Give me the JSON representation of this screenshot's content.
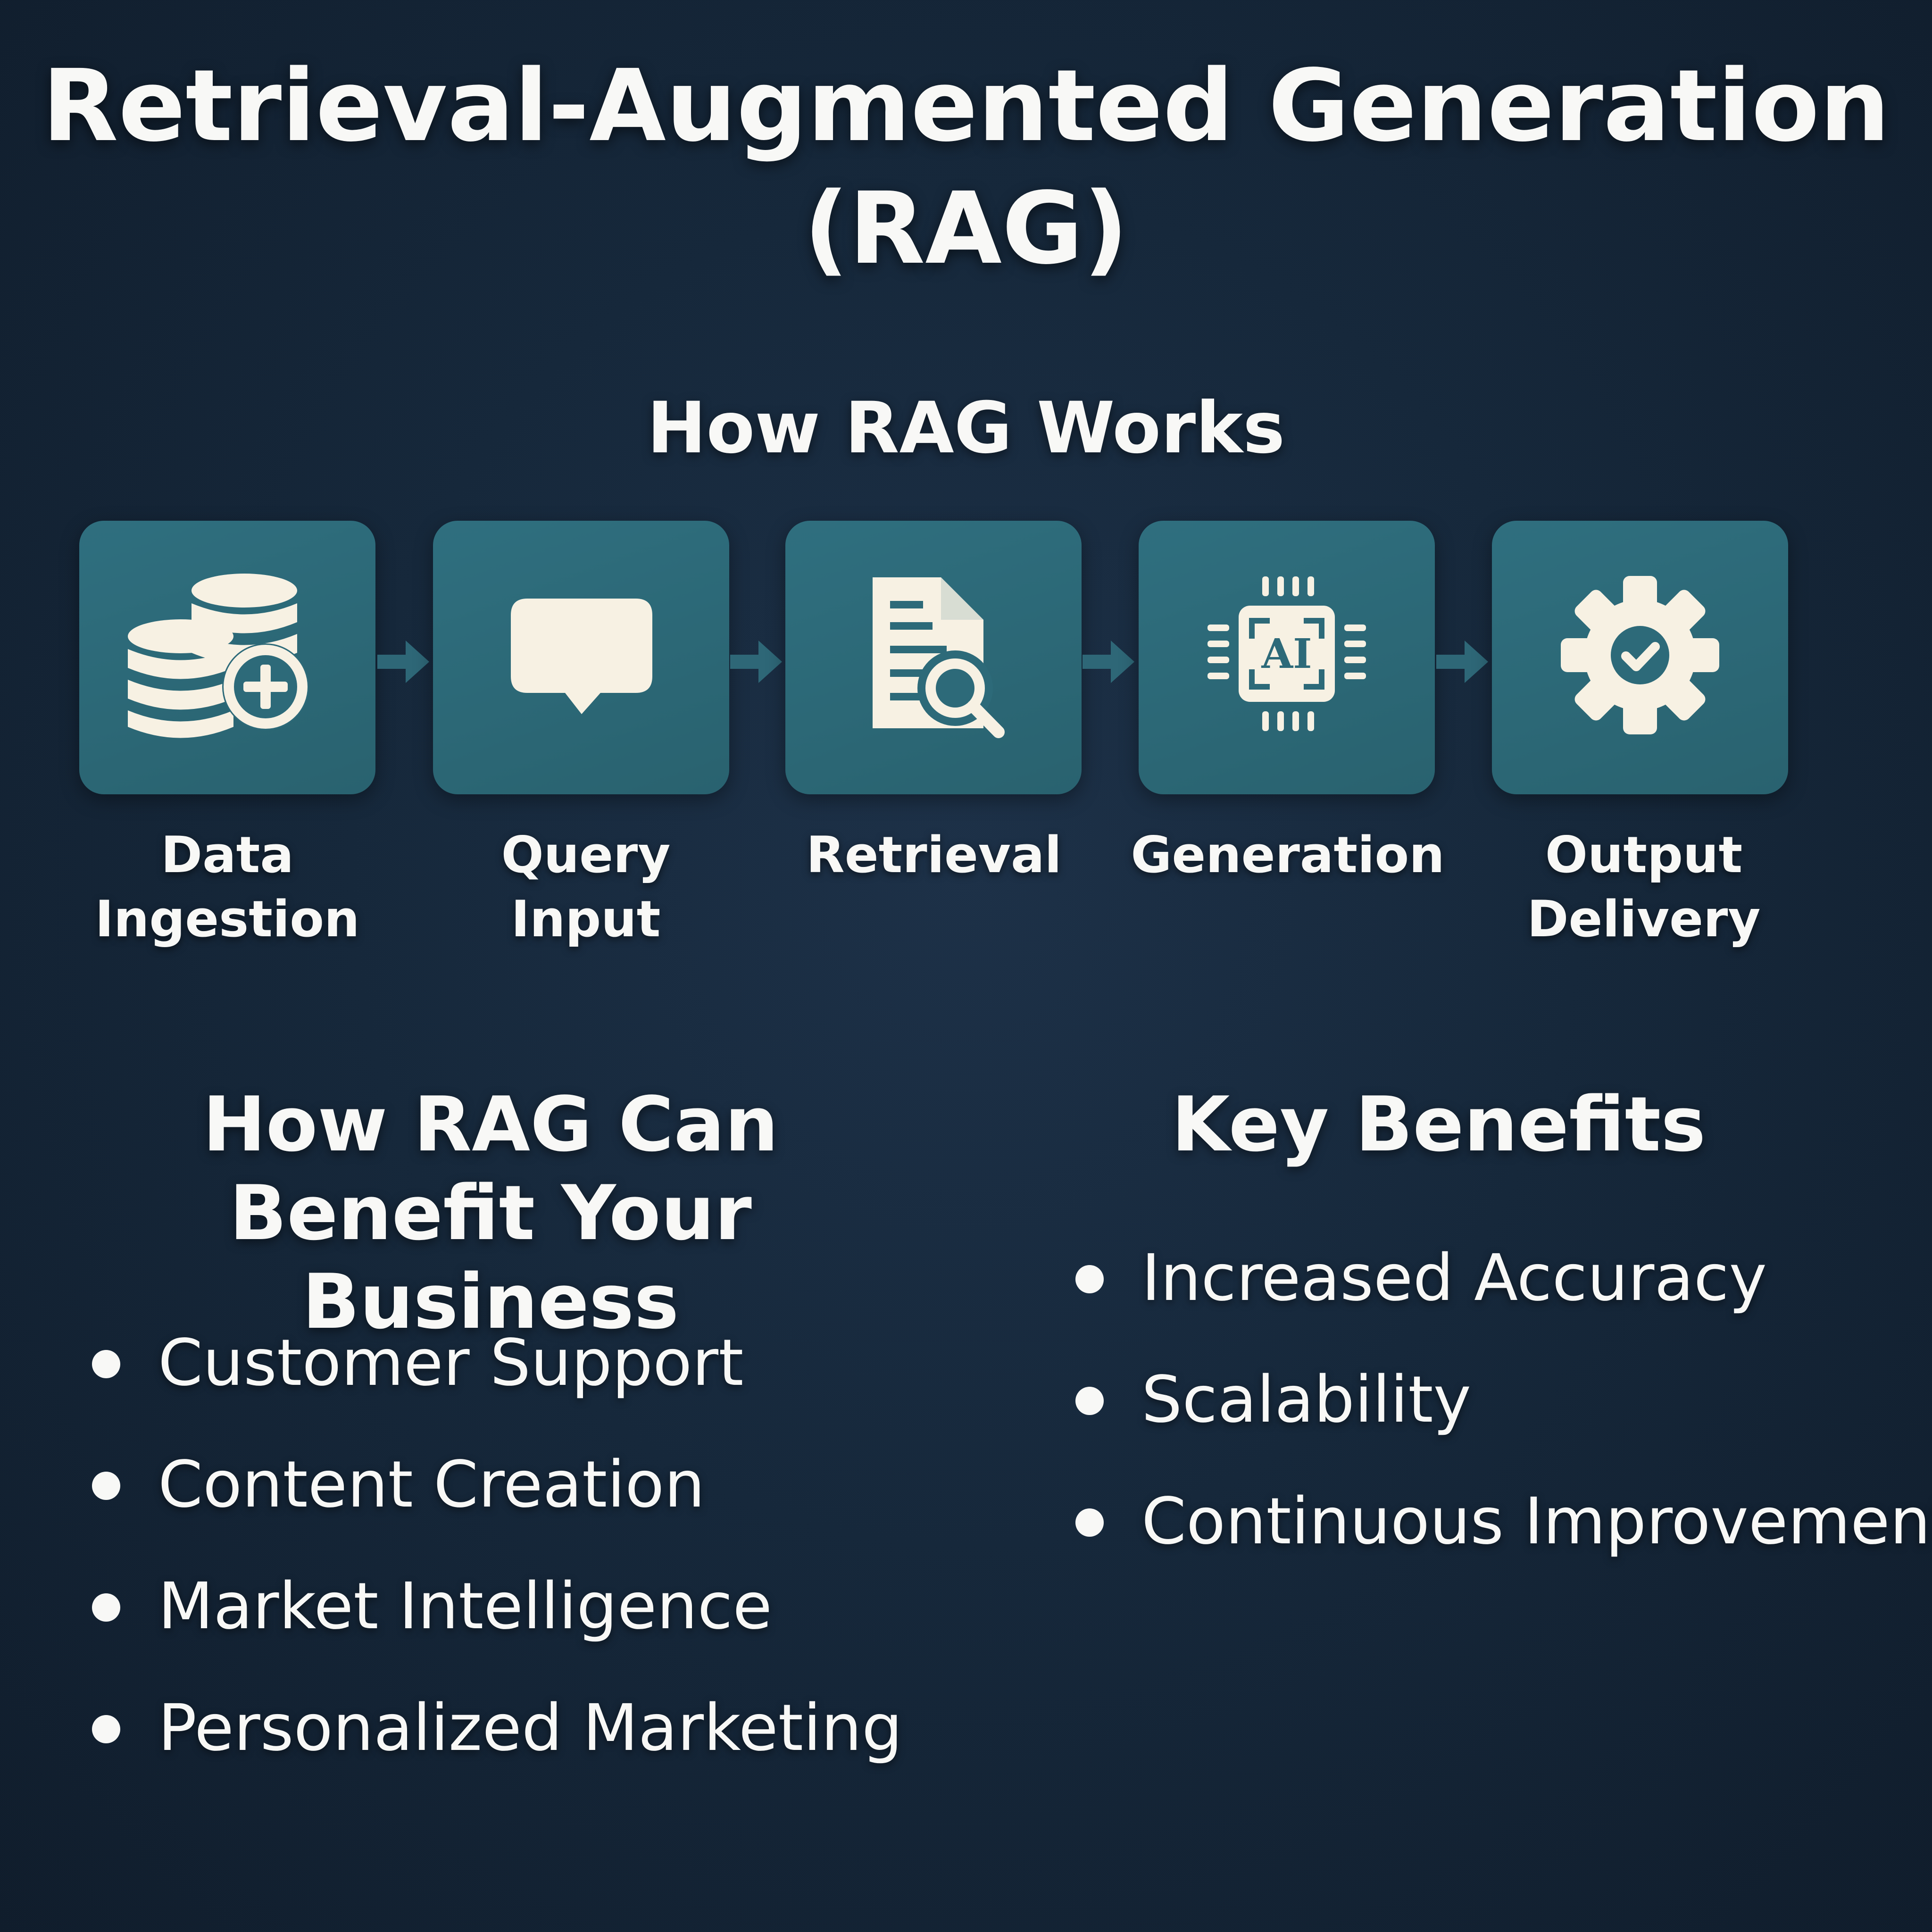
{
  "title": {
    "line1": "Retrieval-Augmented Generation",
    "line2": "(RAG)"
  },
  "how_it_works": {
    "heading": "How RAG Works",
    "steps": [
      {
        "label_line1": "Data",
        "label_line2": "Ingestion",
        "icon": "database-plus-icon"
      },
      {
        "label_line1": "Query",
        "label_line2": "Input",
        "icon": "chat-bubble-icon"
      },
      {
        "label_line1": "Retrieval",
        "label_line2": "",
        "icon": "document-search-icon"
      },
      {
        "label_line1": "Generation",
        "label_line2": "",
        "icon": "ai-chip-icon"
      },
      {
        "label_line1": "Output",
        "label_line2": "Delivery",
        "icon": "gear-check-icon"
      }
    ]
  },
  "business": {
    "heading_line1": "How RAG Can",
    "heading_line2": "Benefit Your Business",
    "items": [
      "Customer Support",
      "Content Creation",
      "Market Intelligence",
      "Personalized Marketing"
    ]
  },
  "key_benefits": {
    "heading": "Key Benefits",
    "items": [
      "Increased Accuracy",
      "Scalability",
      "Continuous Improvement"
    ]
  },
  "colors": {
    "background": "#16283b",
    "box": "#2d6a79",
    "icon": "#f7f1e3",
    "text": "#f8f8f6"
  }
}
